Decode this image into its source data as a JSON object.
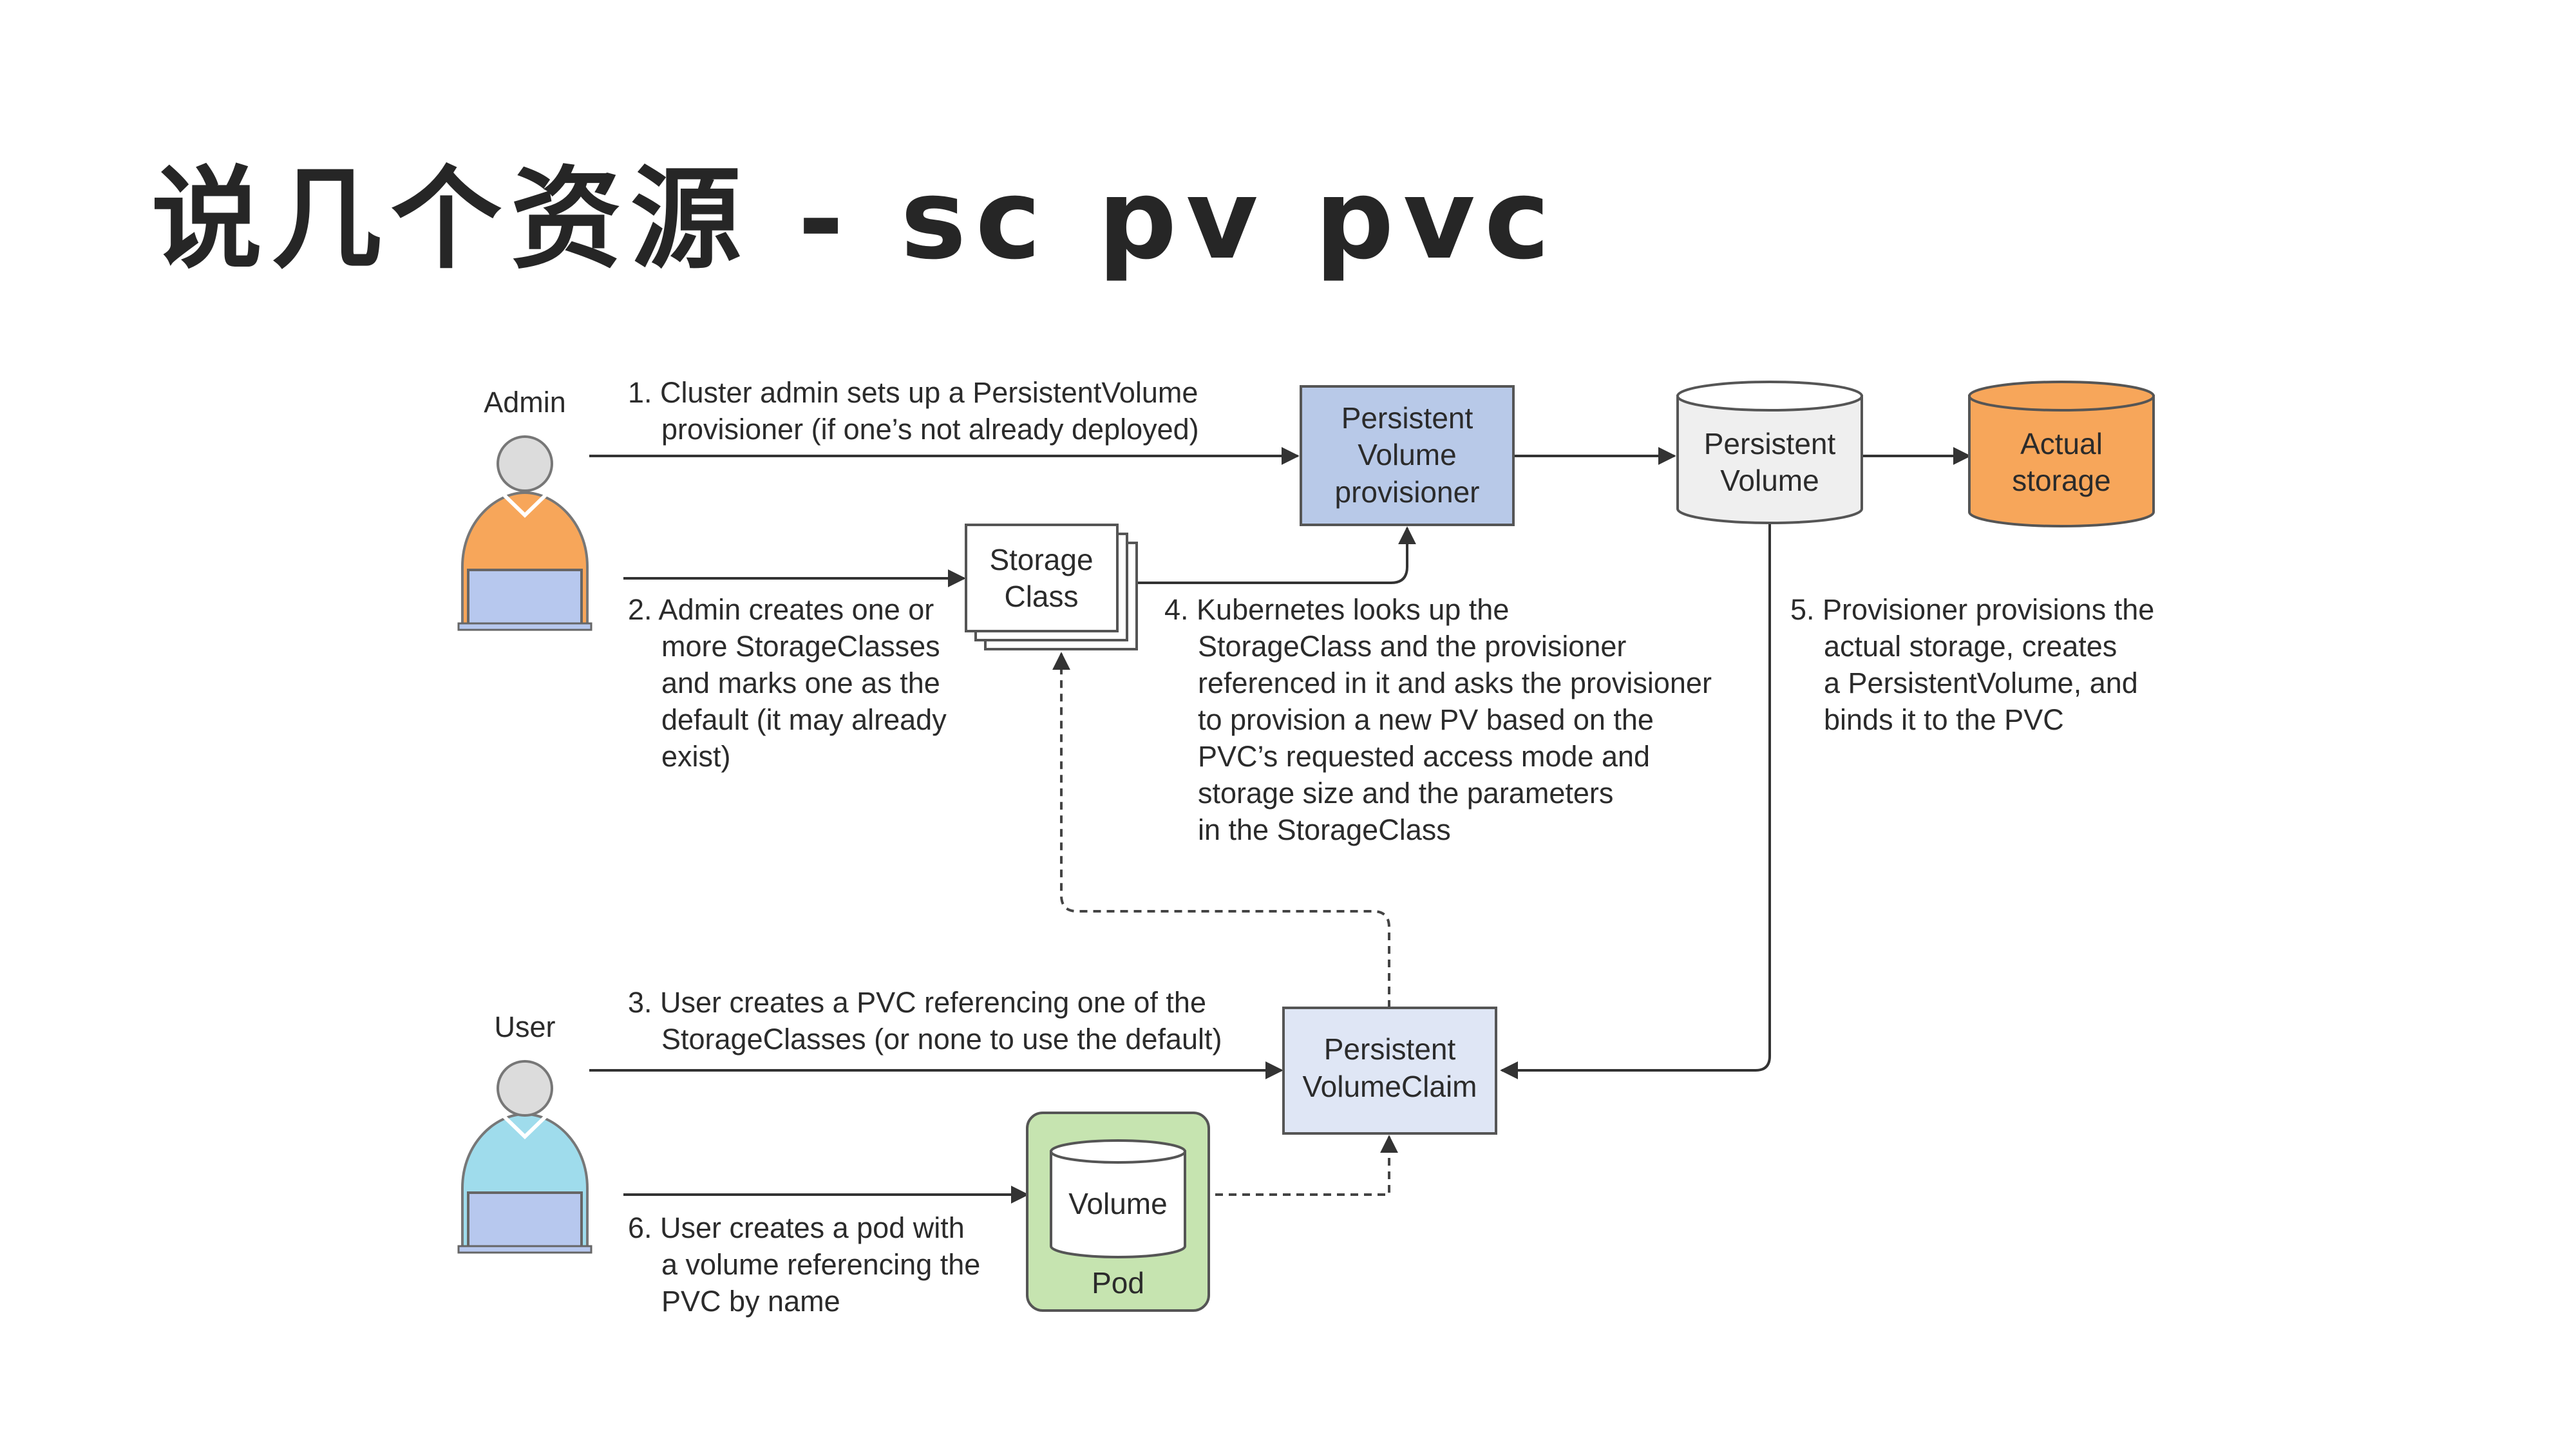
{
  "slide": {
    "title": "说几个资源 - sc pv pvc"
  },
  "actors": {
    "admin": {
      "label": "Admin",
      "shirt_color": "#f7a65a"
    },
    "user": {
      "label": "User",
      "shirt_color": "#9fdcec"
    }
  },
  "nodes": {
    "provisioner": {
      "lines": [
        "Persistent",
        "Volume",
        "provisioner"
      ],
      "fill": "#b8c9e8",
      "icon": "box"
    },
    "pv": {
      "lines": [
        "Persistent",
        "Volume"
      ],
      "fill": "#efefef",
      "icon": "cylinder"
    },
    "storage": {
      "lines": [
        "Actual",
        "storage"
      ],
      "fill": "#f7a65a",
      "icon": "cylinder"
    },
    "storageclass": {
      "lines": [
        "Storage",
        "Class"
      ],
      "fill": "#ffffff",
      "icon": "stacked-pages"
    },
    "pvc": {
      "lines": [
        "Persistent",
        "VolumeClaim"
      ],
      "fill": "#dfe6f5",
      "icon": "box"
    },
    "pod": {
      "label": "Pod",
      "fill": "#c6e4b0"
    },
    "volume": {
      "label": "Volume",
      "icon": "cylinder"
    }
  },
  "steps": {
    "s1": [
      "1. Cluster admin sets up a PersistentVolume",
      "provisioner (if one’s not already deployed)"
    ],
    "s2": [
      "2. Admin creates one or",
      "more StorageClasses",
      "and marks one as the",
      "default (it may already",
      "exist)"
    ],
    "s3": [
      "3. User creates a PVC referencing one of the",
      "StorageClasses (or none to use the default)"
    ],
    "s4": [
      "4. Kubernetes looks up the",
      "StorageClass and the provisioner",
      "referenced in it and asks the provisioner",
      "to provision a new PV based on the",
      "PVC’s requested access mode and",
      "storage size and the parameters",
      "in the StorageClass"
    ],
    "s5": [
      "5. Provisioner provisions the",
      "actual storage, creates",
      "a PersistentVolume, and",
      "binds it to the PVC"
    ],
    "s6": [
      "6. User creates a pod with",
      "a volume referencing the",
      "PVC by name"
    ]
  }
}
